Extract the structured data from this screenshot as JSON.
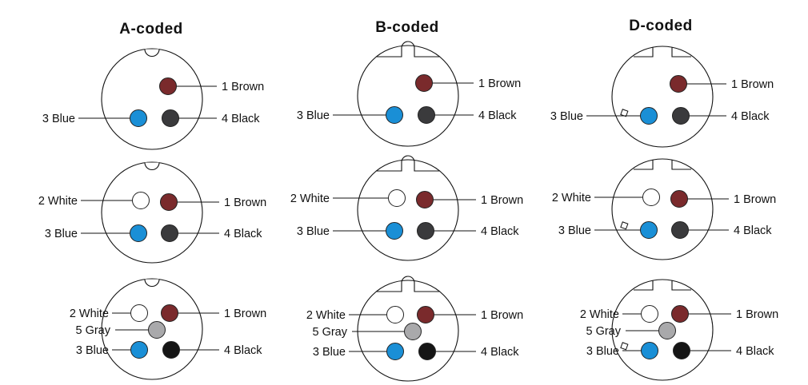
{
  "colors": {
    "brown": "#7a2a2c",
    "black": "#3a3a3c",
    "black_dark": "#151515",
    "blue": "#1a8fd6",
    "white": "#ffffff",
    "gray": "#a9a9ab"
  },
  "columns": [
    {
      "title": "A-coded",
      "key_style": "notch-top",
      "diagrams": [
        {
          "pins": [
            {
              "name": "1 Brown",
              "color": "brown"
            },
            {
              "name": "3 Blue",
              "color": "blue"
            },
            {
              "name": "4 Black",
              "color": "black"
            }
          ]
        },
        {
          "pins": [
            {
              "name": "2 White",
              "color": "white"
            },
            {
              "name": "1 Brown",
              "color": "brown"
            },
            {
              "name": "3 Blue",
              "color": "blue"
            },
            {
              "name": "4 Black",
              "color": "black"
            }
          ]
        },
        {
          "pins": [
            {
              "name": "2 White",
              "color": "white"
            },
            {
              "name": "1 Brown",
              "color": "brown"
            },
            {
              "name": "5 Gray",
              "color": "gray"
            },
            {
              "name": "3 Blue",
              "color": "blue"
            },
            {
              "name": "4 Black",
              "color": "black_dark"
            }
          ]
        }
      ]
    },
    {
      "title": "B-coded",
      "key_style": "bump-top",
      "diagrams": [
        {
          "pins": [
            {
              "name": "1 Brown",
              "color": "brown"
            },
            {
              "name": "3 Blue",
              "color": "blue"
            },
            {
              "name": "4 Black",
              "color": "black"
            }
          ]
        },
        {
          "pins": [
            {
              "name": "2 White",
              "color": "white"
            },
            {
              "name": "1 Brown",
              "color": "brown"
            },
            {
              "name": "3 Blue",
              "color": "blue"
            },
            {
              "name": "4 Black",
              "color": "black"
            }
          ]
        },
        {
          "pins": [
            {
              "name": "2 White",
              "color": "white"
            },
            {
              "name": "1 Brown",
              "color": "brown"
            },
            {
              "name": "5 Gray",
              "color": "gray"
            },
            {
              "name": "3 Blue",
              "color": "blue"
            },
            {
              "name": "4 Black",
              "color": "black_dark"
            }
          ]
        }
      ]
    },
    {
      "title": "D-coded",
      "key_style": "flat-top",
      "diagrams": [
        {
          "pins": [
            {
              "name": "1 Brown",
              "color": "brown"
            },
            {
              "name": "3 Blue",
              "color": "blue"
            },
            {
              "name": "4 Black",
              "color": "black"
            }
          ]
        },
        {
          "pins": [
            {
              "name": "2 White",
              "color": "white"
            },
            {
              "name": "1 Brown",
              "color": "brown"
            },
            {
              "name": "3 Blue",
              "color": "blue"
            },
            {
              "name": "4 Black",
              "color": "black"
            }
          ]
        },
        {
          "pins": [
            {
              "name": "2 White",
              "color": "white"
            },
            {
              "name": "1 Brown",
              "color": "brown"
            },
            {
              "name": "5 Gray",
              "color": "gray"
            },
            {
              "name": "3 Blue",
              "color": "blue"
            },
            {
              "name": "4 Black",
              "color": "black_dark"
            }
          ]
        }
      ]
    }
  ]
}
